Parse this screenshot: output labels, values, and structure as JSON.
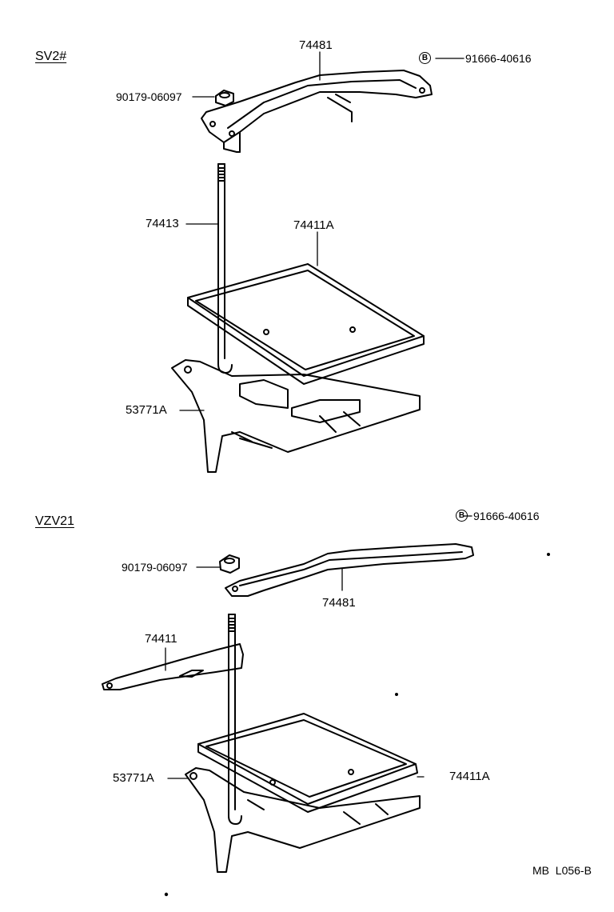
{
  "sections": [
    {
      "title": "SV2#",
      "labels": {
        "bracket": "74481",
        "nut": "90179-06097",
        "bolt_ref": "91666-40616",
        "rod": "74413",
        "tray": "74411A",
        "carrier": "53771A"
      }
    },
    {
      "title": "VZV21",
      "labels": {
        "bracket": "74481",
        "nut": "90179-06097",
        "bolt_ref": "91666-40616",
        "clamp": "74411",
        "carrier": "53771A",
        "tray": "74411A"
      }
    }
  ],
  "bolt_symbol": "B",
  "footer": {
    "code": "MB  L056-B"
  }
}
